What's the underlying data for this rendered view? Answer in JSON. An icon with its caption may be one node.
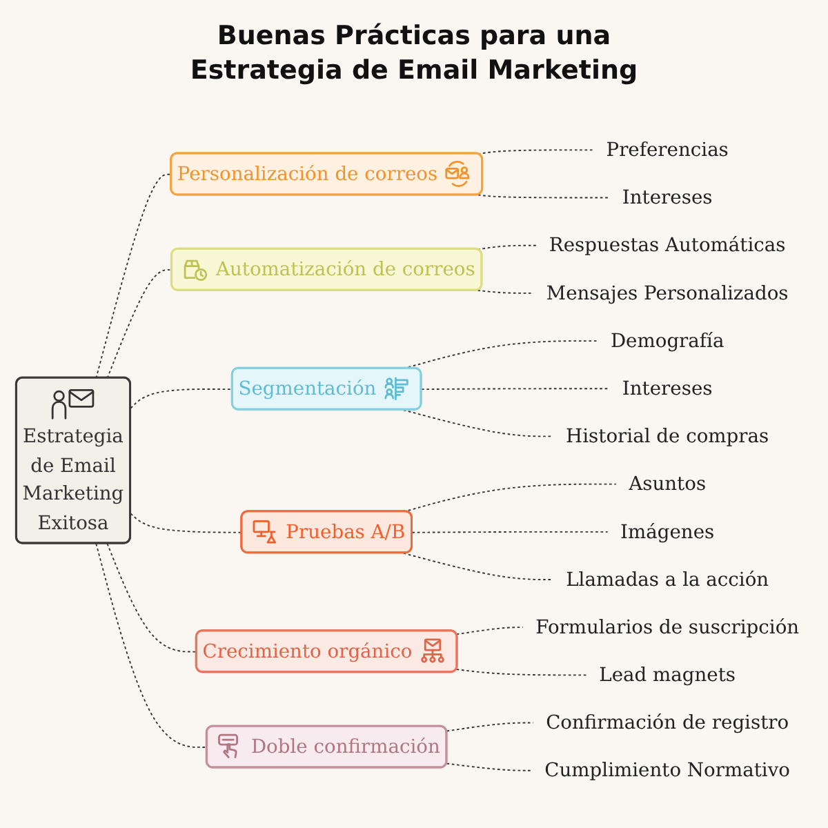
{
  "diagram": {
    "title": "Buenas Prácticas para una Estrategia de Email Marketing",
    "nodes": [
      {
        "text": [
          "Estrategia de Email Marketing Exitosa"
        ]
      },
      {
        "text": [
          "Personalización de correos"
        ]
      },
      {
        "text": [
          "Preferencias"
        ]
      },
      {
        "text": [
          "Intereses"
        ]
      },
      {
        "text": [
          "Automatización de correos"
        ]
      },
      {
        "text": [
          "Respuestas Automáticas"
        ]
      },
      {
        "text": [
          "Mensajes Personalizados"
        ]
      },
      {
        "text": [
          "Segmentación"
        ]
      },
      {
        "text": [
          "Demografía"
        ]
      },
      {
        "text": [
          "Intereses"
        ]
      },
      {
        "text": [
          "Historial de compras"
        ]
      },
      {
        "text": [
          "Pruebas A/B"
        ]
      },
      {
        "text": [
          "Asuntos"
        ]
      },
      {
        "text": [
          "Imágenes"
        ]
      },
      {
        "text": [
          "Llamadas a la acción"
        ]
      },
      {
        "text": [
          "Crecimiento orgánico"
        ]
      },
      {
        "text": [
          "Formularios de suscripción"
        ]
      },
      {
        "text": [
          "Lead magnets"
        ]
      },
      {
        "text": [
          "Doble confirmación"
        ]
      },
      {
        "text": [
          "Confirmación de registro"
        ]
      },
      {
        "text": [
          "Cumplimiento Normativo"
        ]
      }
    ],
    "edges": [
      {
        "from": 0,
        "to": 1,
        "arrow": "none",
        "style": "dashed"
      },
      {
        "from": 1,
        "to": 2,
        "arrow": "none",
        "style": "dashed"
      },
      {
        "from": 1,
        "to": 3,
        "arrow": "none",
        "style": "dashed"
      },
      {
        "from": 0,
        "to": 4,
        "arrow": "none",
        "style": "dashed"
      },
      {
        "from": 4,
        "to": 5,
        "arrow": "none",
        "style": "dashed"
      },
      {
        "from": 4,
        "to": 6,
        "arrow": "none",
        "style": "dashed"
      },
      {
        "from": 0,
        "to": 7,
        "arrow": "none",
        "style": "dashed"
      },
      {
        "from": 7,
        "to": 8,
        "arrow": "none",
        "style": "dashed"
      },
      {
        "from": 7,
        "to": 9,
        "arrow": "none",
        "style": "dashed"
      },
      {
        "from": 7,
        "to": 10,
        "arrow": "none",
        "style": "dashed"
      },
      {
        "from": 0,
        "to": 11,
        "arrow": "none",
        "style": "dashed"
      },
      {
        "from": 11,
        "to": 12,
        "arrow": "none",
        "style": "dashed"
      },
      {
        "from": 11,
        "to": 13,
        "arrow": "none",
        "style": "dashed"
      },
      {
        "from": 11,
        "to": 14,
        "arrow": "none",
        "style": "dashed"
      },
      {
        "from": 0,
        "to": 15,
        "arrow": "none",
        "style": "dashed"
      },
      {
        "from": 15,
        "to": 16,
        "arrow": "none",
        "style": "dashed"
      },
      {
        "from": 15,
        "to": 17,
        "arrow": "none",
        "style": "dashed"
      },
      {
        "from": 0,
        "to": 18,
        "arrow": "none",
        "style": "dashed"
      },
      {
        "from": 18,
        "to": 19,
        "arrow": "none",
        "style": "dashed"
      },
      {
        "from": 18,
        "to": 20,
        "arrow": "none",
        "style": "dashed"
      }
    ]
  }
}
